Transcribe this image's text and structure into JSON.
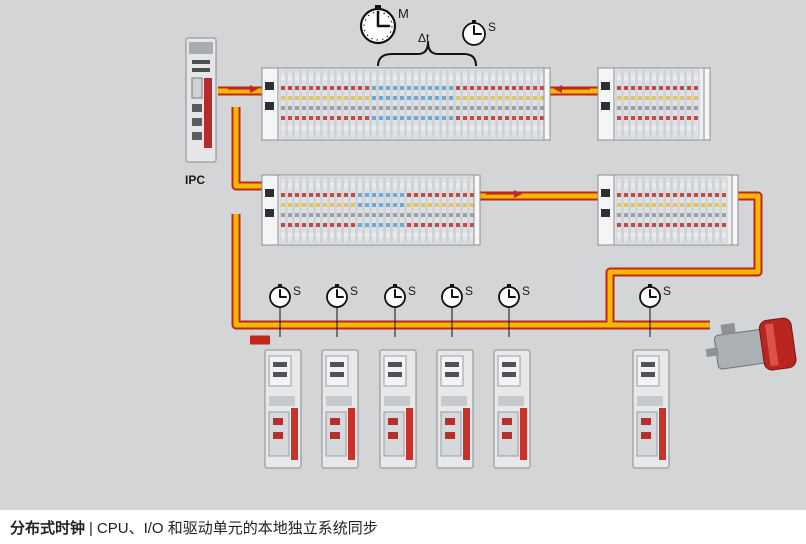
{
  "diagram": {
    "ipc_label": "IPC",
    "master_clock_label": "M",
    "slave_clock_label": "S",
    "delta_label": "Δt"
  },
  "caption": {
    "bold": "分布式时钟",
    "separator": "|",
    "text": "CPU、I/O 和驱动单元的本地独立系统同步"
  },
  "colors": {
    "background": "#d3d5d7",
    "cable": "#f5b800",
    "cable_edge": "#c0281e"
  }
}
